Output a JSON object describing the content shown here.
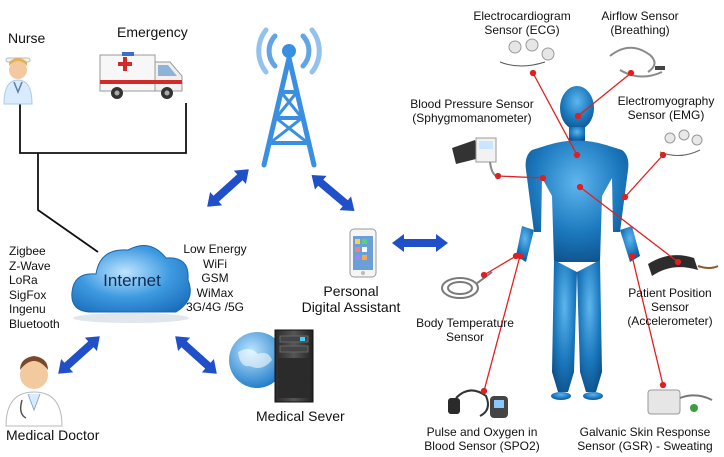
{
  "people": {
    "nurse": "Nurse",
    "emergency": "Emergency",
    "doctor": "Medical Doctor"
  },
  "network": {
    "cloud": "Internet",
    "protocols_left": [
      "Zigbee",
      "Z-Wave",
      "LoRa",
      "SigFox",
      "Ingenu",
      "Bluetooth"
    ],
    "protocols_right": [
      "Low Energy",
      "WiFi",
      "GSM",
      "WiMax",
      "3G/4G /5G"
    ],
    "server": "Medical Sever",
    "pda": [
      "Personal",
      "Digital Assistant"
    ]
  },
  "sensors": {
    "ecg": [
      "Electrocardiogram",
      "Sensor (ECG)"
    ],
    "airflow": [
      "Airflow Sensor",
      "(Breathing)"
    ],
    "bp": [
      "Blood Pressure Sensor",
      "(Sphygmomanometer)"
    ],
    "emg": [
      "Electromyography",
      "Sensor (EMG)"
    ],
    "position": [
      "Patient Position",
      "Sensor",
      "(Accelerometer)"
    ],
    "temperature": [
      "Body Temperature",
      "Sensor"
    ],
    "spo2": [
      "Pulse and Oxygen in",
      "Blood Sensor (SPO2)"
    ],
    "gsr": [
      "Galvanic Skin Response",
      "Sensor (GSR) - Sweating"
    ]
  },
  "colors": {
    "arrow": "#1f4fc9",
    "tower": "#3b8fe0",
    "body": "#1d78b8",
    "lead": "#e02020",
    "cloud": "#2f8fd8"
  }
}
